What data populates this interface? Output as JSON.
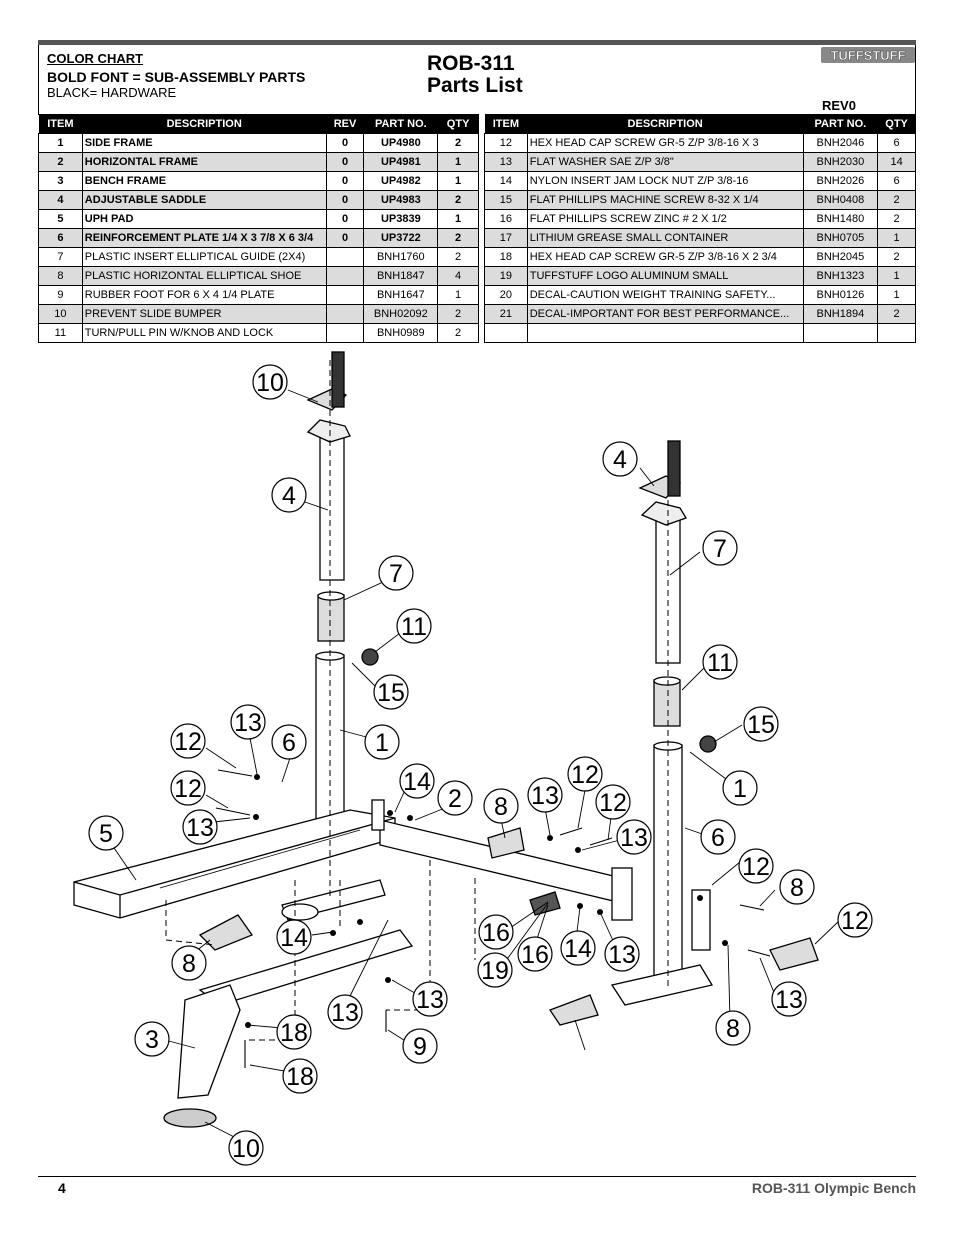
{
  "header": {
    "color_chart_label": "COLOR CHART",
    "bold_note": "BOLD FONT = SUB-ASSEMBLY PARTS",
    "black_note": "BLACK= HARDWARE",
    "title_line1": "ROB-311",
    "title_line2": "Parts List",
    "rev": "REV0",
    "logo_text": "TUFFSTUFF"
  },
  "table_left": {
    "headers": [
      "ITEM",
      "DESCRIPTION",
      "REV",
      "PART NO.",
      "QTY"
    ],
    "rows": [
      [
        "1",
        "SIDE FRAME",
        "0",
        "UP4980",
        "2"
      ],
      [
        "2",
        "HORIZONTAL FRAME",
        "0",
        "UP4981",
        "1"
      ],
      [
        "3",
        "BENCH FRAME",
        "0",
        "UP4982",
        "1"
      ],
      [
        "4",
        "ADJUSTABLE SADDLE",
        "0",
        "UP4983",
        "2"
      ],
      [
        "5",
        "UPH PAD",
        "0",
        "UP3839",
        "1"
      ],
      [
        "6",
        "REINFORCEMENT PLATE 1/4 X 3 7/8 X 6 3/4",
        "0",
        "UP3722",
        "2"
      ],
      [
        "7",
        "PLASTIC INSERT ELLIPTICAL GUIDE (2X4)",
        "",
        "BNH1760",
        "2"
      ],
      [
        "8",
        "PLASTIC HORIZONTAL ELLIPTICAL SHOE",
        "",
        "BNH1847",
        "4"
      ],
      [
        "9",
        "RUBBER FOOT FOR 6 X 4 1/4 PLATE",
        "",
        "BNH1647",
        "1"
      ],
      [
        "10",
        "PREVENT SLIDE BUMPER",
        "",
        "BNH02092",
        "2"
      ],
      [
        "11",
        "TURN/PULL PIN W/KNOB AND LOCK",
        "",
        "BNH0989",
        "2"
      ]
    ]
  },
  "table_right": {
    "headers": [
      "ITEM",
      "DESCRIPTION",
      "PART NO.",
      "QTY"
    ],
    "rows": [
      [
        "12",
        "HEX HEAD CAP SCREW GR-5 Z/P 3/8-16 X 3",
        "BNH2046",
        "6"
      ],
      [
        "13",
        "FLAT WASHER SAE Z/P 3/8\"",
        "BNH2030",
        "14"
      ],
      [
        "14",
        "NYLON INSERT JAM LOCK NUT Z/P 3/8-16",
        "BNH2026",
        "6"
      ],
      [
        "15",
        "FLAT PHILLIPS MACHINE SCREW 8-32 X 1/4",
        "BNH0408",
        "2"
      ],
      [
        "16",
        "FLAT PHILLIPS SCREW ZINC # 2 X 1/2",
        "BNH1480",
        "2"
      ],
      [
        "17",
        "LITHIUM GREASE SMALL CONTAINER",
        "BNH0705",
        "1"
      ],
      [
        "18",
        "HEX HEAD CAP SCREW GR-5 Z/P 3/8-16 X 2 3/4",
        "BNH2045",
        "2"
      ],
      [
        "19",
        "TUFFSTUFF LOGO ALUMINUM SMALL",
        "BNH1323",
        "1"
      ],
      [
        "20",
        "DECAL-CAUTION WEIGHT TRAINING SAFETY...",
        "BNH0126",
        "1"
      ],
      [
        "21",
        "DECAL-IMPORTANT FOR BEST PERFORMANCE...",
        "BNH1894",
        "2"
      ],
      [
        "",
        "",
        "",
        ""
      ]
    ]
  },
  "callouts": [
    "10",
    "4",
    "7",
    "11",
    "15",
    "1",
    "13",
    "12",
    "6",
    "12",
    "13",
    "5",
    "14",
    "2",
    "8",
    "13",
    "12",
    "12",
    "13",
    "14",
    "16",
    "19",
    "16",
    "14",
    "13",
    "8",
    "13",
    "13",
    "18",
    "3",
    "18",
    "9",
    "10",
    "4",
    "7",
    "11",
    "15",
    "1",
    "6",
    "12",
    "8",
    "12",
    "13",
    "8"
  ],
  "footer": {
    "page_number": "4",
    "doc_title": "ROB-311   Olympic Bench"
  }
}
